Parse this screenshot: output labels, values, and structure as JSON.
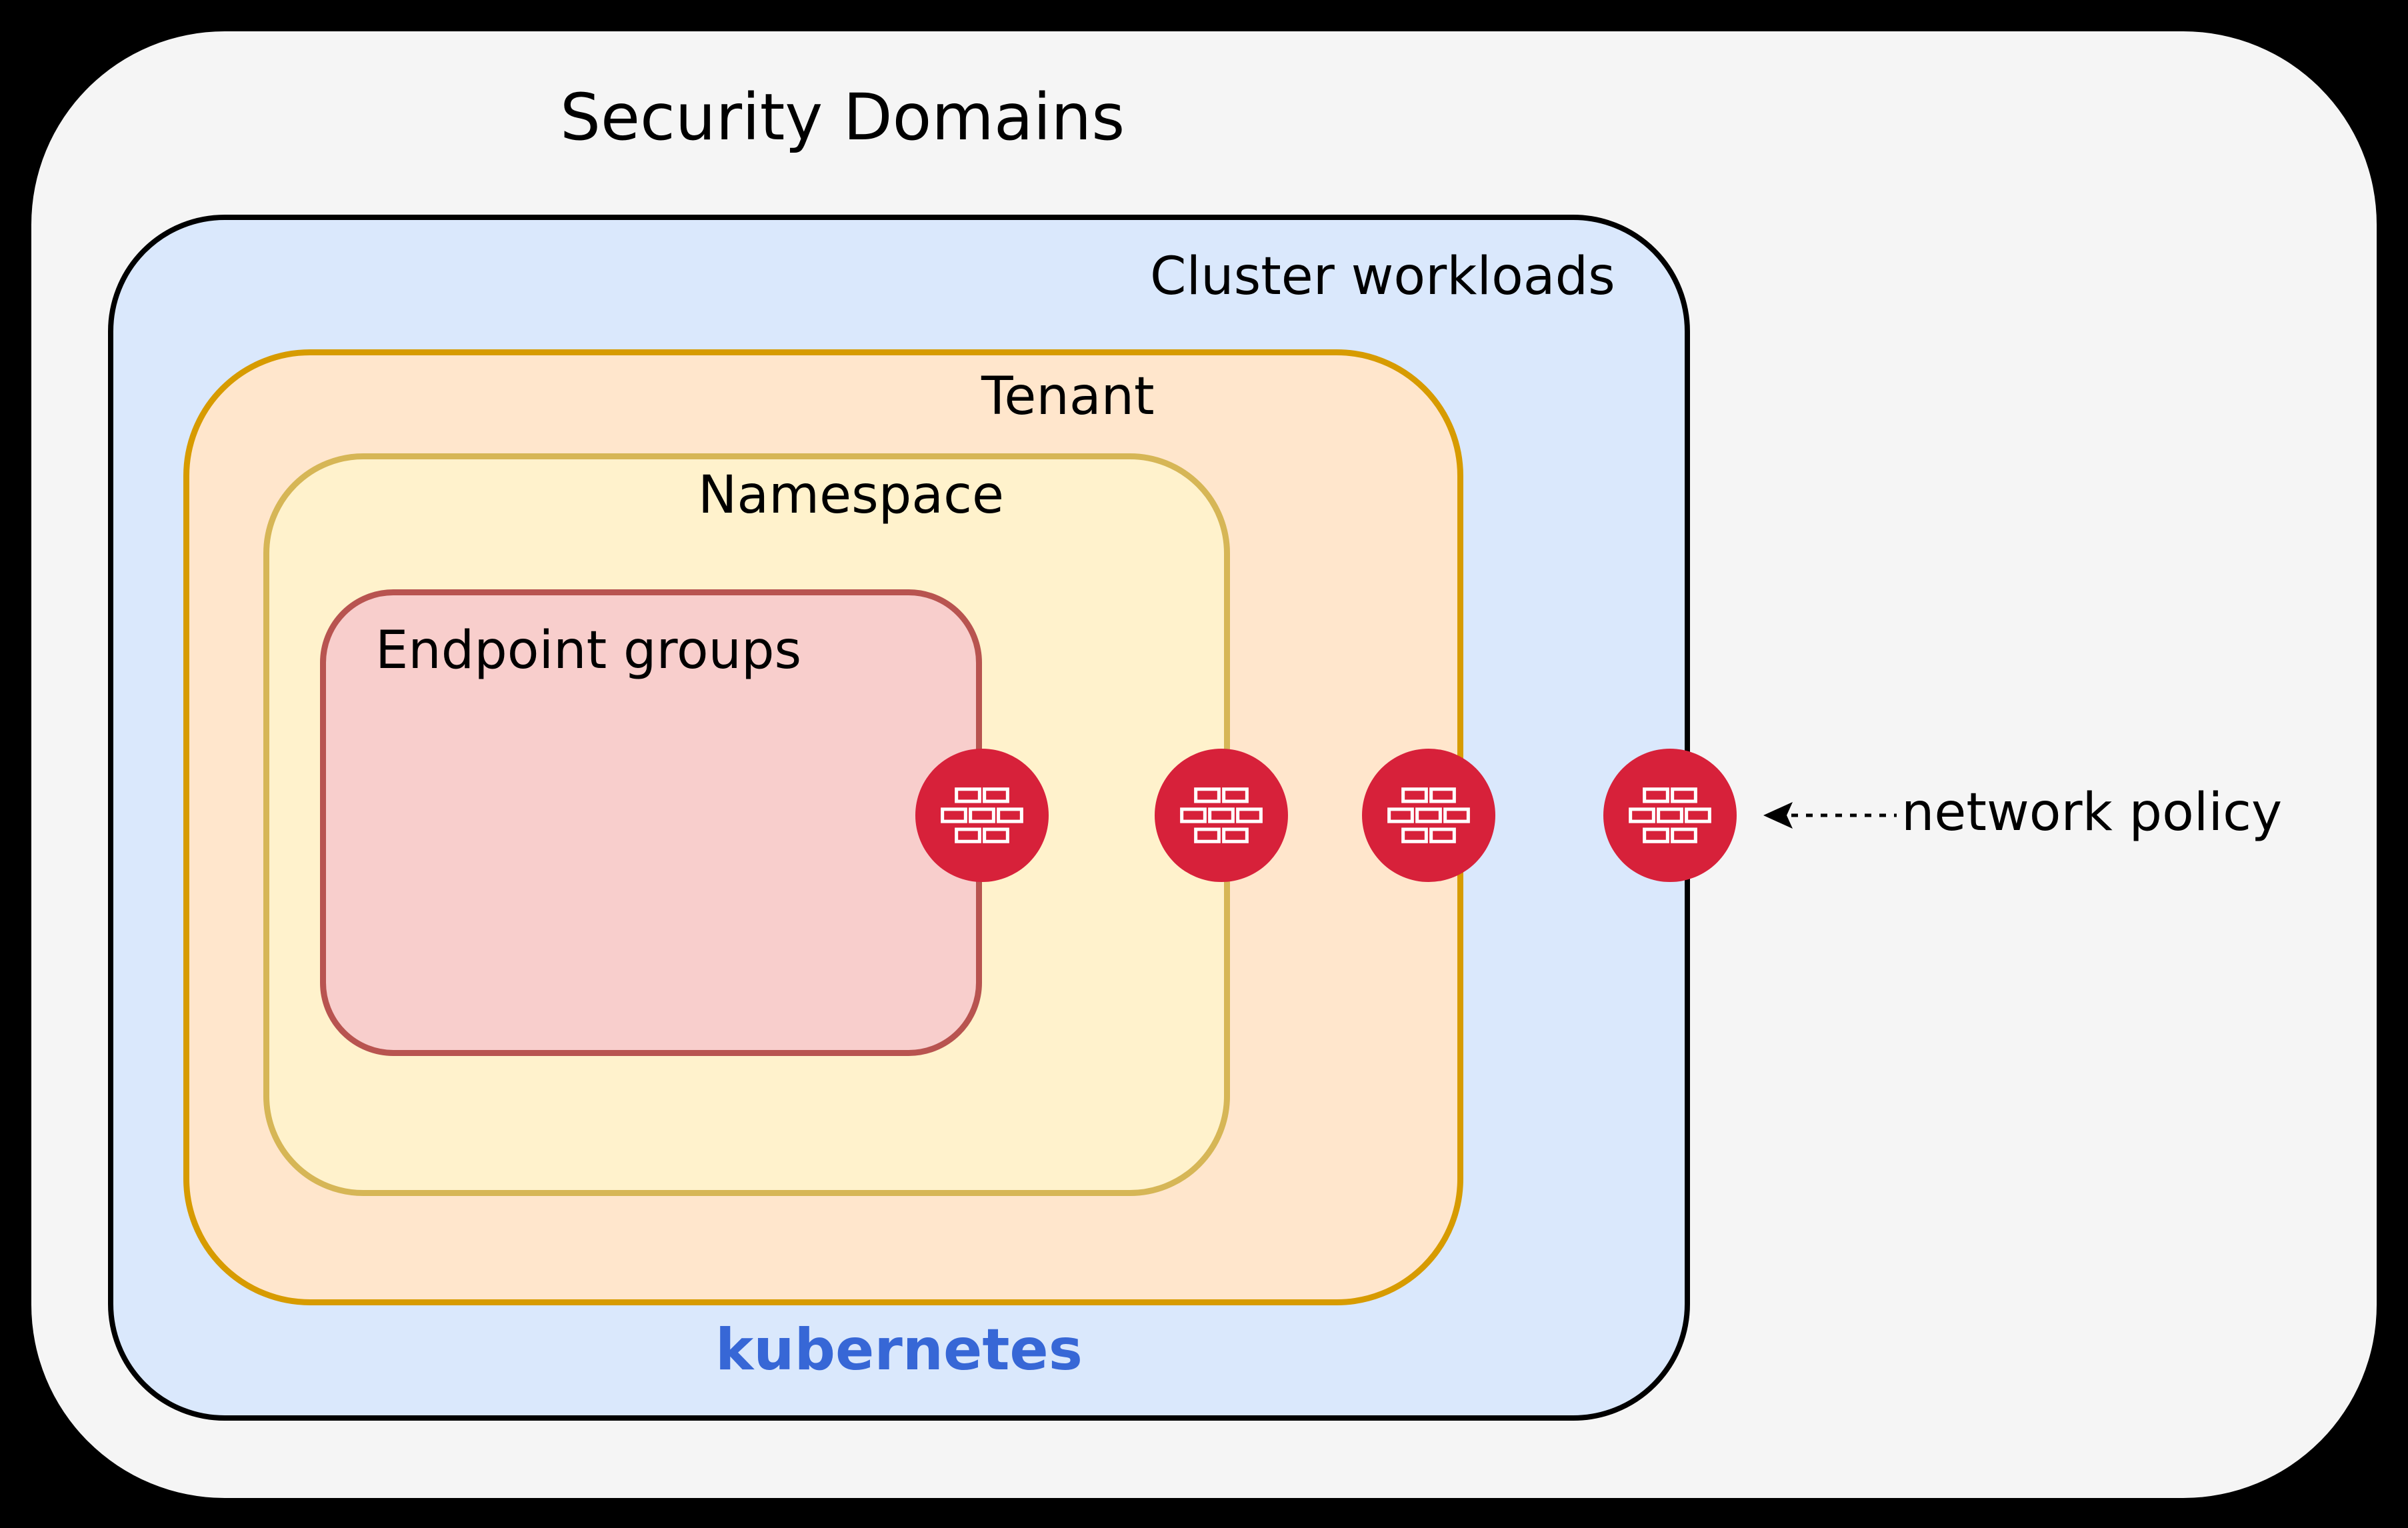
{
  "page": {
    "title": "Security Domains"
  },
  "domains": {
    "cluster": {
      "label": "Cluster workloads",
      "footer_label": "kubernetes"
    },
    "tenant": {
      "label": "Tenant"
    },
    "namespace": {
      "label": "Namespace"
    },
    "endpoint_groups": {
      "label": "Endpoint groups"
    }
  },
  "network_policy": {
    "label": "network policy",
    "firewall_icon": "firewall-brick-wall",
    "firewall_count": 4,
    "arrow_style": "dashed-left-stealth"
  },
  "colors": {
    "background": "#000000",
    "canvas": "#F5F5F5",
    "cluster_fill": "#DAE8FC",
    "cluster_border": "#000000",
    "tenant_fill": "#FFE6CC",
    "tenant_border": "#D79B00",
    "namespace_fill": "#FFF2CC",
    "namespace_border": "#D6B656",
    "endpoint_fill": "#F8CECC",
    "endpoint_border": "#B85450",
    "firewall_red": "#D7213A",
    "kubernetes_blue": "#3767D6",
    "text": "#000000"
  }
}
